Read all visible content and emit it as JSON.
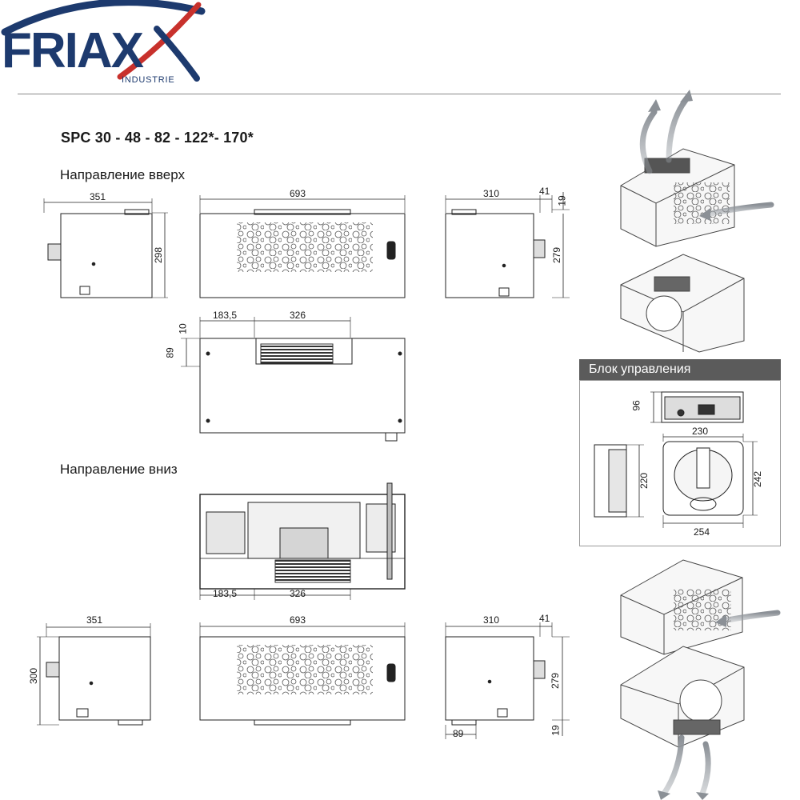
{
  "brand": {
    "logo_text": "FRIAX",
    "logo_subtext": "INDUSTRIE",
    "colors": {
      "navy": "#1d3a6e",
      "red": "#c8312c",
      "steel": "#9aa0a6",
      "text": "#1a1a1a"
    }
  },
  "title": "SPC 30 - 48 - 82 - 122*- 170*",
  "sections": {
    "up": "Направление вверх",
    "down": "Направление вниз",
    "control": "Блок управления"
  },
  "dims": {
    "up_front_width": "351",
    "up_front_height": "298",
    "up_top_length": "693",
    "up_side_width": "310",
    "up_side_offset": "41",
    "up_side_height": "279",
    "up_side_top": "19",
    "up_outlet_offset": "183,5",
    "up_outlet_width": "326",
    "up_outlet_depth": "10",
    "up_plan_height": "89",
    "down_plan_offset": "183,5",
    "down_plan_width": "326",
    "down_front_width": "351",
    "down_front_height": "300",
    "down_top_length": "693",
    "down_side_width": "310",
    "down_side_offset": "41",
    "down_side_height": "279",
    "down_side_bottom": "19",
    "down_side_depth": "89",
    "ctrl_depth": "96",
    "ctrl_width_top": "230",
    "ctrl_height_side": "220",
    "ctrl_height_front": "242",
    "ctrl_width_bottom": "254"
  }
}
